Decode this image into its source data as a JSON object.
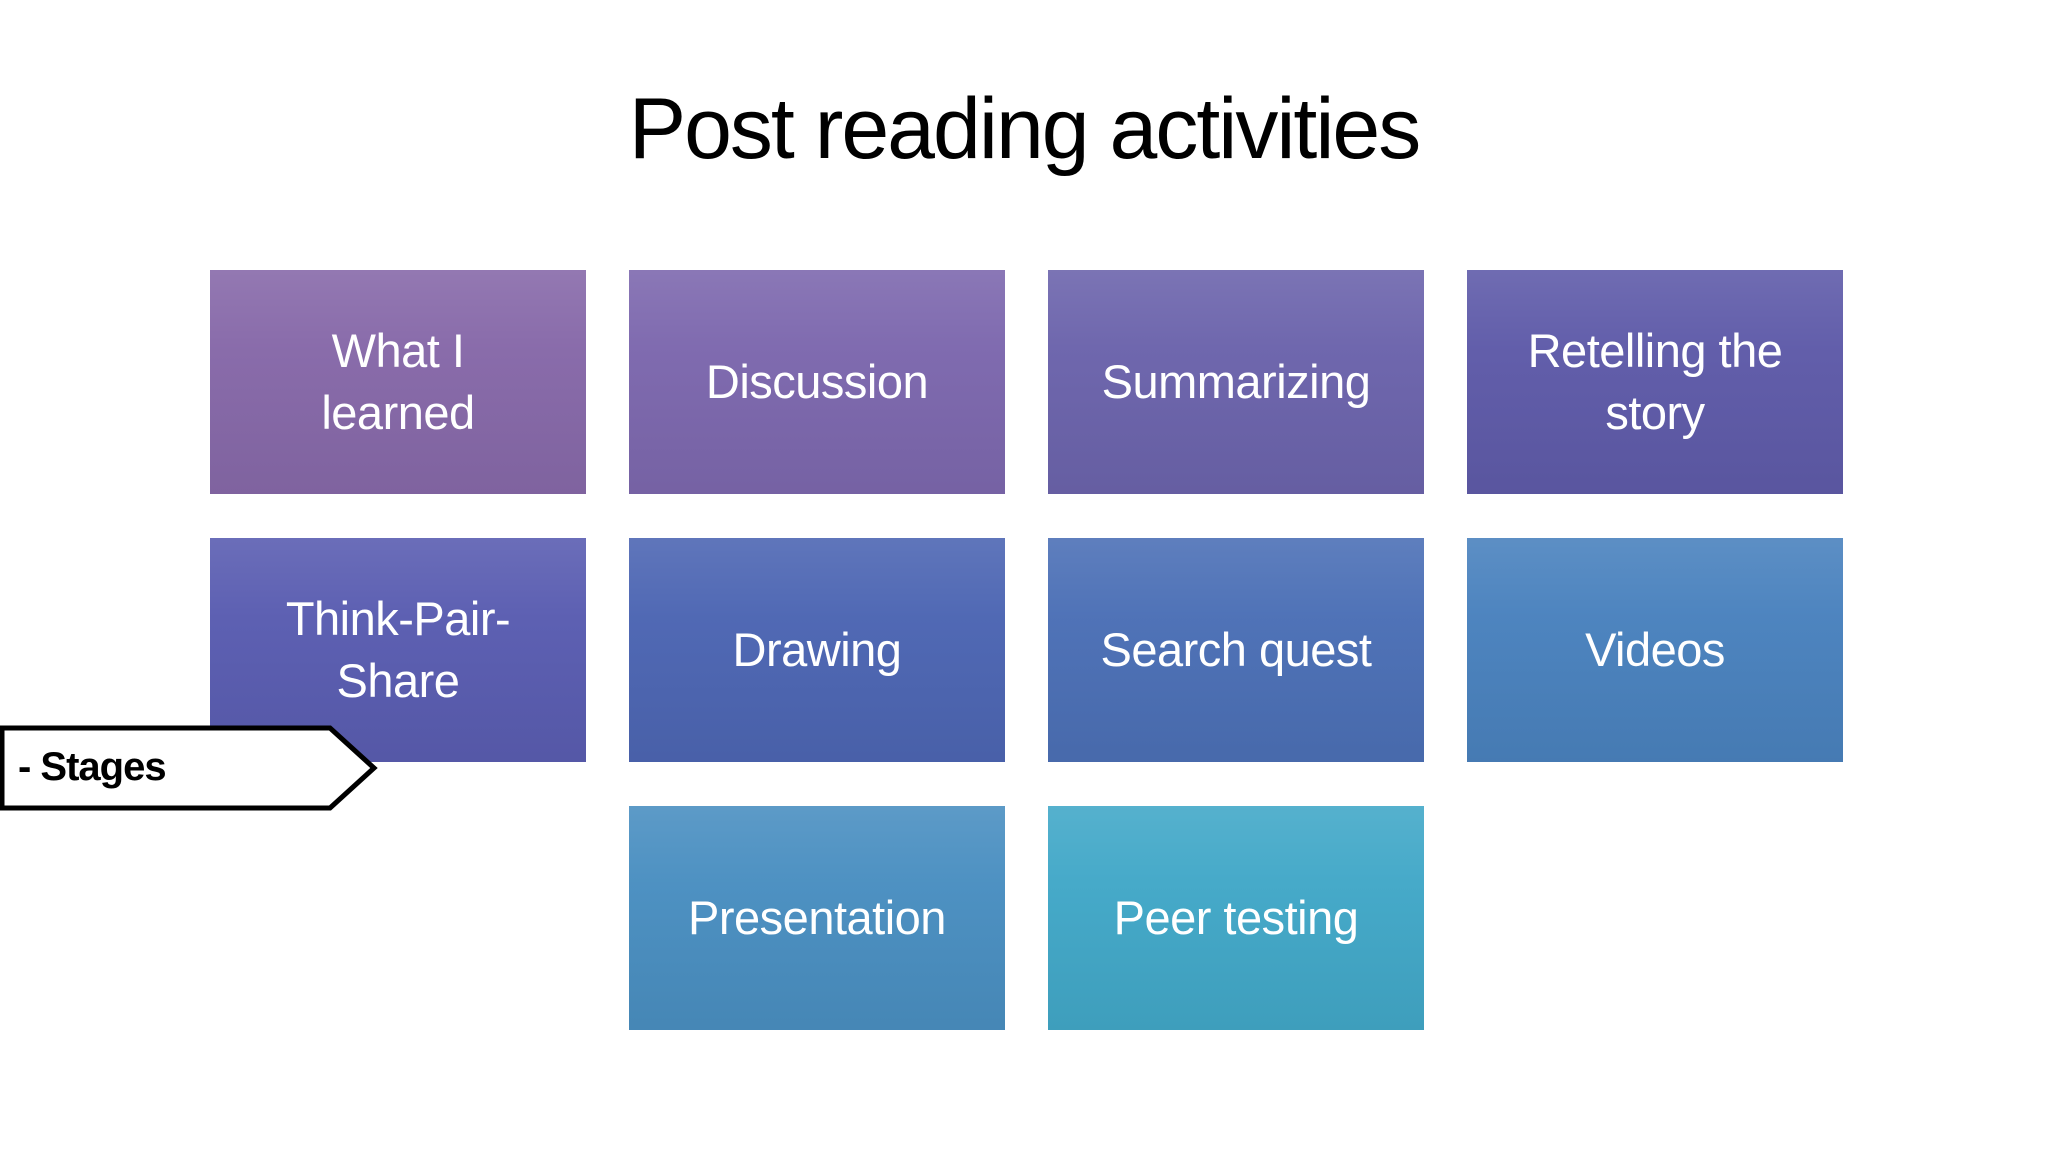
{
  "slide": {
    "title": "Post reading activities",
    "background_color": "#ffffff",
    "title_color": "#000000"
  },
  "stages_banner": {
    "label": "- Stages",
    "fill_color": "#ffffff",
    "border_color": "#000000",
    "text_color": "#000000"
  },
  "boxes": [
    {
      "label": "What I\nlearned",
      "color": "#8769A9"
    },
    {
      "label": "Discussion",
      "color": "#7D68AE"
    },
    {
      "label": "Summarizing",
      "color": "#6C64AC"
    },
    {
      "label": "Retelling the\nstory",
      "color": "#5F5BA9"
    },
    {
      "label": "Think-Pair-\nShare",
      "color": "#5A5DB1"
    },
    {
      "label": "Drawing",
      "color": "#4D66B3"
    },
    {
      "label": "Search quest",
      "color": "#4C70B6"
    },
    {
      "label": "Videos",
      "color": "#4A82BE"
    },
    {
      "label": "Presentation",
      "color": "#4A8FC1"
    },
    {
      "label": "Peer testing",
      "color": "#42A8C8"
    }
  ]
}
